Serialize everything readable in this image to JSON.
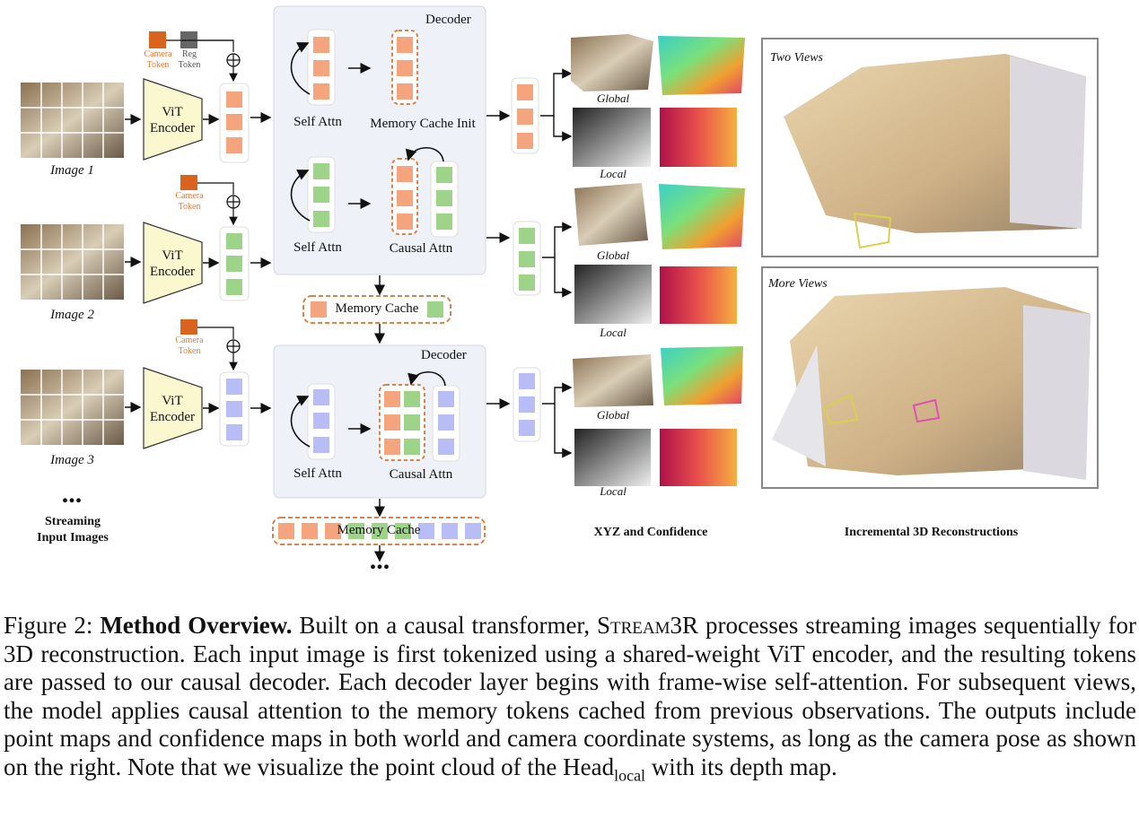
{
  "decoder_title": "Decoder",
  "camera_token": "Camera\nToken",
  "reg_token": "Reg\nToken",
  "vit_encoder": "ViT\nEncoder",
  "images": [
    "Image 1",
    "Image 2",
    "Image 3"
  ],
  "self_attn": "Self Attn",
  "memory_cache_init": "Memory Cache Init",
  "causal_attn": "Causal Attn",
  "memory_cache": "Memory Cache",
  "global": "Global",
  "local": "Local",
  "ellipsis": "...",
  "streaming_label": "Streaming\nInput Images",
  "xyz_label": "XYZ and Confidence",
  "recon_label": "Incremental 3D Reconstructions",
  "two_views": "Two Views",
  "more_views": "More Views",
  "caption": {
    "fig": "Figure 2: ",
    "bold": "Method Overview.",
    "t1": " Built on a causal transformer, ",
    "name": "Stream3R",
    "t2": " processes streaming images sequentially for 3D reconstruction. Each input image is first tokenized using a shared-weight ViT encoder, and the resulting tokens are passed to our causal decoder. Each decoder layer begins with frame-wise self-attention. For subsequent views, the model applies causal attention to the memory tokens cached from previous observations. The outputs include point maps and confidence maps in both world and camera coordinate systems, as long as the camera pose as shown on the right. Note that we visualize the point cloud of the ",
    "head": "Head",
    "sub": "local",
    "t3": " with its depth map."
  },
  "colors": {
    "orange": "#f4a57e",
    "green": "#9ed48a",
    "blue": "#b8bdf5",
    "decoder_bg": "#eef2f8",
    "encoder_bg": "#fbf7cf",
    "dash": "#d9824a"
  }
}
